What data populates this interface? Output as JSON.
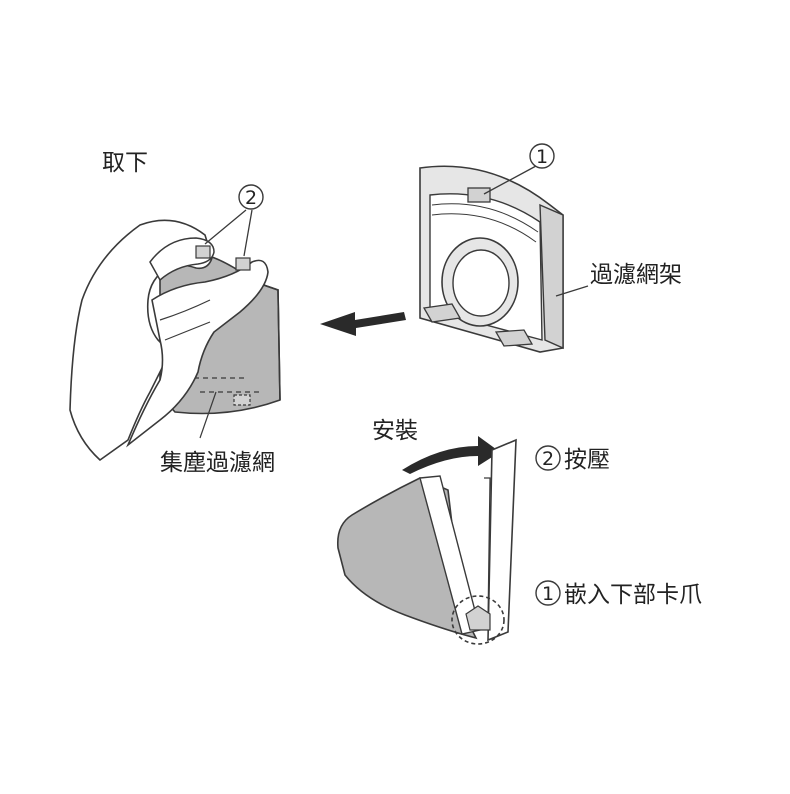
{
  "remove": {
    "title": "取下",
    "marker": "2",
    "part_label": "集塵過濾網"
  },
  "frame": {
    "marker": "1",
    "label": "過濾網架"
  },
  "install": {
    "title": "安裝",
    "step2_marker": "2",
    "step2_label": "按壓",
    "step1_marker": "1",
    "step1_label": "嵌入下部卡爪"
  },
  "colors": {
    "line": "#3a3a3a",
    "fill_gray": "#b7b7b7",
    "fill_light": "#e6e6e6",
    "fill_mid": "#d2d2d2",
    "arrow": "#2a2a2a"
  }
}
